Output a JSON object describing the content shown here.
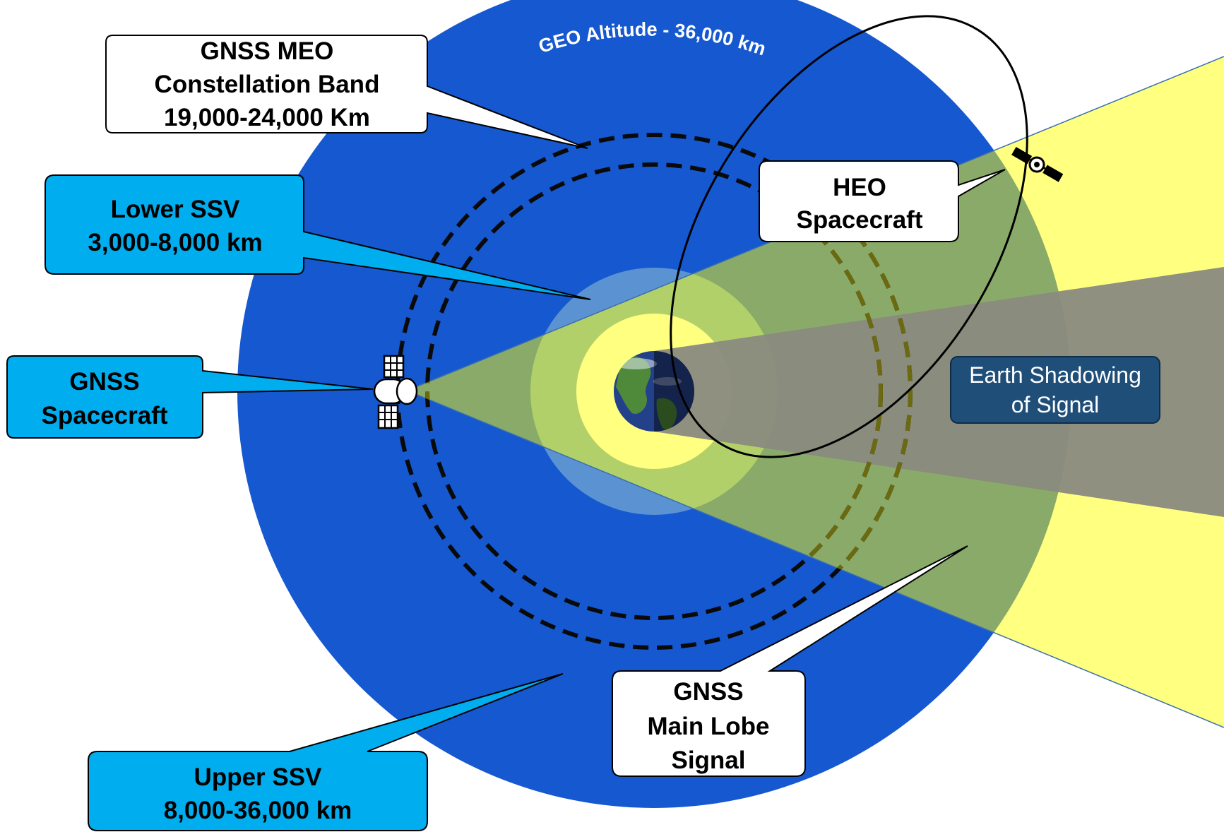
{
  "diagram": {
    "geo_label": "GEO Altitude - 36,000 km",
    "callouts": {
      "meo_band": [
        "GNSS MEO",
        "Constellation Band",
        "19,000-24,000 Km"
      ],
      "lower_ssv": [
        "Lower SSV",
        "3,000-8,000 km"
      ],
      "gnss_spacecraft": [
        "GNSS",
        "Spacecraft"
      ],
      "heo_spacecraft": [
        "HEO",
        "Spacecraft"
      ],
      "earth_shadowing": [
        "Earth Shadowing",
        "of Signal"
      ],
      "main_lobe": [
        "GNSS",
        "Main Lobe",
        "Signal"
      ],
      "upper_ssv": [
        "Upper SSV",
        "8,000-36,000 km"
      ]
    },
    "colors": {
      "upper_ssv_zone": "#1558d0",
      "lower_ssv_zone": "#5b93d2",
      "main_lobe_beam": "#ffff80",
      "beam_overlap": "#8aaa6a",
      "earth_shadow": "#8a8a80",
      "callout_blue": "#00aeef",
      "shadow_label_bg": "#1f4e79"
    }
  }
}
